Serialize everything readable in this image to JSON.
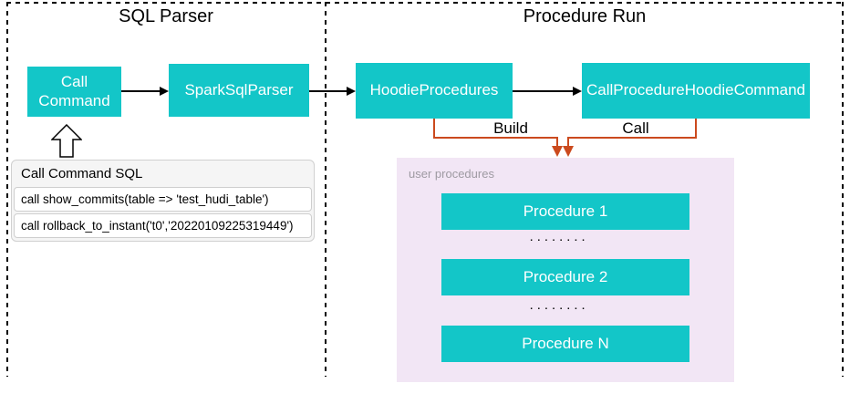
{
  "sections": {
    "sql_parser": {
      "title": "SQL Parser"
    },
    "procedure_run": {
      "title": "Procedure Run"
    }
  },
  "nodes": {
    "call_command": "Call Command",
    "spark_sql_parser": "SparkSqlParser",
    "hoodie_procedures": "HoodieProcedures",
    "call_procedure_hoodie_command": "CallProcedureHoodieCommand"
  },
  "edges": {
    "build_label": "Build",
    "call_label": "Call"
  },
  "sql_panel": {
    "title": "Call Command SQL",
    "queries": [
      "call show_commits(table => 'test_hudi_table')",
      "call rollback_to_instant('t0','20220109225319449')"
    ]
  },
  "procedures_panel": {
    "label": "user procedures",
    "items": [
      "Procedure 1",
      "Procedure 2",
      "Procedure N"
    ],
    "ellipsis": "▪▪▪▪▪▪▪▪"
  },
  "colors": {
    "teal": "#13c6c8",
    "pink": "#f2e6f5",
    "orange": "#cb4a1e",
    "black": "#000000"
  }
}
